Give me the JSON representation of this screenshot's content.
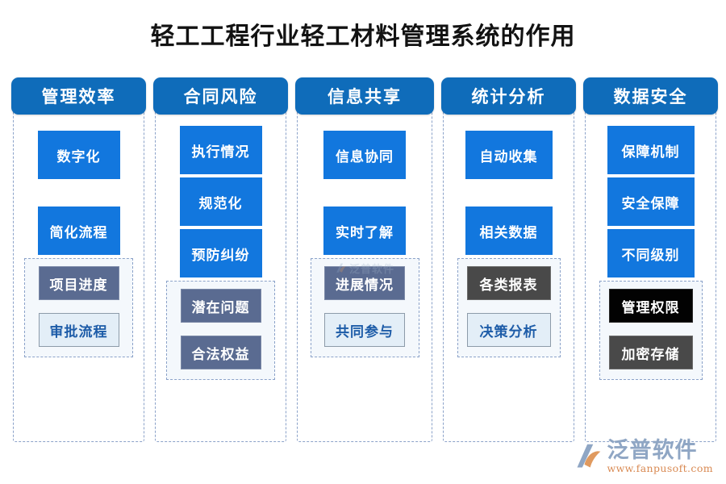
{
  "page": {
    "title": "轻工工程行业轻工材料管理系统的作用"
  },
  "colors": {
    "header_blue": "#0f6cba",
    "primary_blue": "#1277de",
    "slate": "#5a6b91",
    "light_blue": "#e3eef7",
    "dark_gray": "#494949",
    "black": "#020202",
    "dashed_border": "#8ba2c9",
    "brand_text": "#8fa6c4",
    "brand_url": "#d98a53"
  },
  "columns": [
    {
      "header": "管理效率",
      "primary_items": [
        "数字化",
        "简化流程"
      ],
      "sub_items": [
        {
          "label": "项目进度",
          "style": "slate"
        },
        {
          "label": "审批流程",
          "style": "light"
        }
      ]
    },
    {
      "header": "合同风险",
      "primary_items": [
        "执行情况",
        "规范化",
        "预防纠纷"
      ],
      "sub_items": [
        {
          "label": "潜在问题",
          "style": "slate"
        },
        {
          "label": "合法权益",
          "style": "slate"
        }
      ]
    },
    {
      "header": "信息共享",
      "primary_items": [
        "信息协同",
        "实时了解"
      ],
      "sub_items": [
        {
          "label": "进展情况",
          "style": "slate"
        },
        {
          "label": "共同参与",
          "style": "light"
        }
      ]
    },
    {
      "header": "统计分析",
      "primary_items": [
        "自动收集",
        "相关数据"
      ],
      "sub_items": [
        {
          "label": "各类报表",
          "style": "dark"
        },
        {
          "label": "决策分析",
          "style": "light"
        }
      ]
    },
    {
      "header": "数据安全",
      "primary_items": [
        "保障机制",
        "安全保障",
        "不同级别"
      ],
      "sub_items": [
        {
          "label": "管理权限",
          "style": "black"
        },
        {
          "label": "加密存储",
          "style": "dark"
        }
      ]
    }
  ],
  "watermark": {
    "text": "泛普软件"
  },
  "brand": {
    "name": "泛普软件",
    "url": "www.fanpusoft.com"
  }
}
